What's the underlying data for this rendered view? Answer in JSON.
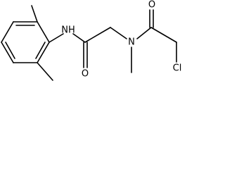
{
  "molecule": {
    "atoms": {
      "nh": "NH",
      "n": "N",
      "o_amide": "O",
      "o_acyl": "O",
      "cl": "Cl"
    }
  },
  "colors": {
    "bond": "#000000",
    "label": "#000000",
    "background": "#ffffff"
  }
}
